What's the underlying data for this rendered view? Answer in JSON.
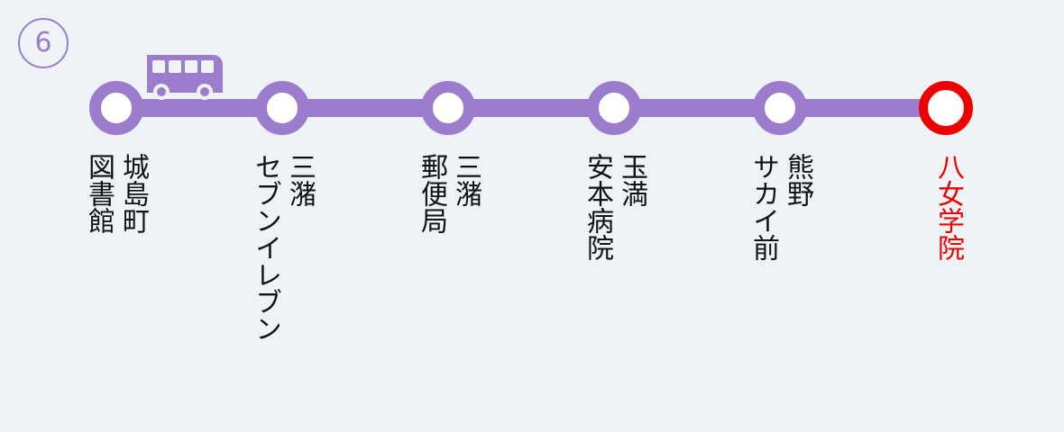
{
  "route": {
    "number": "⑥",
    "line_color": "#9c7ccd",
    "current_color": "#ef0000"
  },
  "stops": [
    {
      "name": "城島町\n図書館",
      "current": false
    },
    {
      "name": "三潴\nセブンイレブン",
      "current": false
    },
    {
      "name": "三潴\n郵便局",
      "current": false
    },
    {
      "name": "玉満\n安本病院",
      "current": false
    },
    {
      "name": "熊野\nサカイ前",
      "current": false
    },
    {
      "name": "八女学院",
      "current": true
    }
  ],
  "vehicle": {
    "icon": "bus-icon",
    "at_stop_index": 0
  }
}
